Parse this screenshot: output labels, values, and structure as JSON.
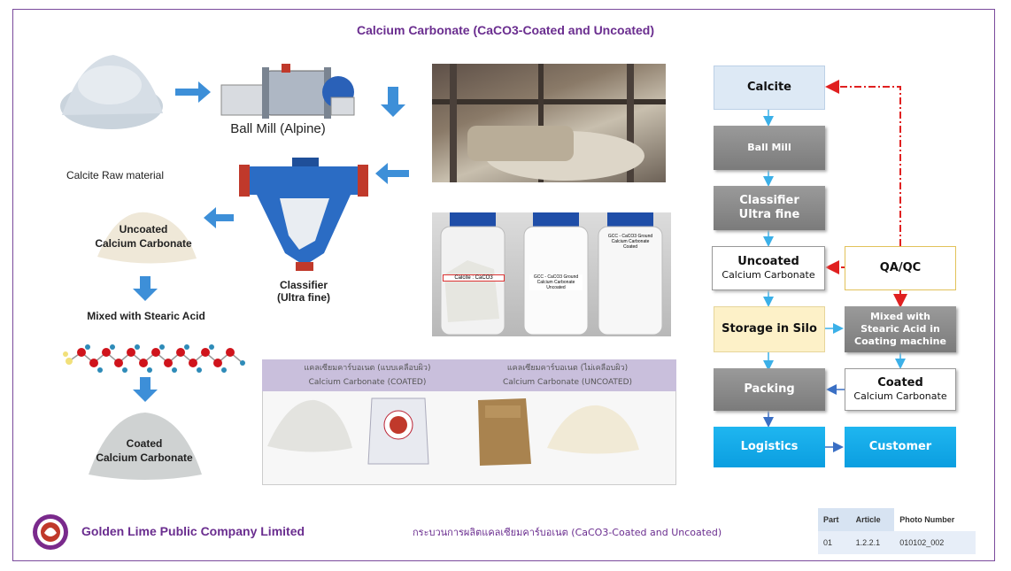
{
  "title": "Calcium Carbonate (CaCO3-Coated and Uncoated)",
  "left": {
    "ball_mill": "Ball Mill (Alpine)",
    "raw": "Calcite Raw material",
    "classifier_1": "Classifier",
    "classifier_2": "(Ultra fine)",
    "uncoated_1": "Uncoated",
    "uncoated_2": "Calcium Carbonate",
    "mixed": "Mixed with Stearic Acid",
    "coated_1": "Coated",
    "coated_2": "Calcium Carbonate"
  },
  "jars": {
    "jar1": "Calcite : CaCO3",
    "jar2": "GCC - CaCO3 Ground Calcium Carbonate Uncoated",
    "jar3": "GCC - CaCO3 Ground Calcium Carbonate Coated"
  },
  "products": {
    "coated_thai": "แคลเซียมคาร์บอเนต (แบบเคลือบผิว)",
    "coated_en": "Calcium Carbonate (COATED)",
    "uncoated_thai": "แคลเซียมคาร์บอเนต (ไม่เคลือบผิว)",
    "uncoated_en": "Calcium Carbonate (UNCOATED)"
  },
  "flow": {
    "calcite": "Calcite",
    "ball_mill": "Ball Mill",
    "classifier_1": "Classifier",
    "classifier_2": "Ultra fine",
    "uncoated_1": "Uncoated",
    "uncoated_2": "Calcium Carbonate",
    "qaqc": "QA/QC",
    "silo": "Storage in Silo",
    "mixed_1": "Mixed with",
    "mixed_2": "Stearic Acid in",
    "mixed_3": "Coating machine",
    "packing": "Packing",
    "coated_1": "Coated",
    "coated_2": "Calcium Carbonate",
    "logistics": "Logistics",
    "customer": "Customer"
  },
  "footer": {
    "company": "Golden Lime Public Company Limited",
    "caption": "กระบวนการผลิตแคลเซียมคาร์บอเนต (CaCO3-Coated and Uncoated)",
    "table": {
      "headers": [
        "Part",
        "Article",
        "Photo Number"
      ],
      "row": [
        "01",
        "1.2.2.1",
        "010102_002"
      ]
    }
  },
  "colors": {
    "title": "#6a2d8f",
    "frame": "#7a4a9c",
    "arrow_blue": "#3d8fd8",
    "qa_red": "#e02020",
    "logistics_blue": "#0b9ee0"
  }
}
